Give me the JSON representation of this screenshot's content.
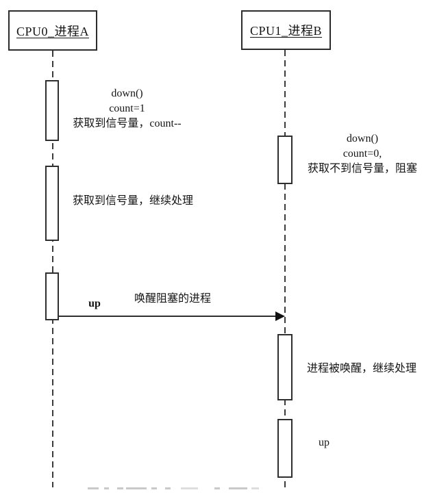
{
  "diagram": {
    "type": "sequence-diagram",
    "actors": {
      "left": {
        "label": "CPU0_进程A"
      },
      "right": {
        "label": "CPU1_进程B"
      }
    },
    "notes": {
      "cpu0_down": {
        "line1": "down()",
        "line2": "count=1",
        "line3": "获取到信号量，count--"
      },
      "cpu0_continue": {
        "line1": "获取到信号量，继续处理"
      },
      "cpu1_down": {
        "line1": "down()",
        "line2": "count=0,",
        "line3": "获取不到信号量，阻塞"
      },
      "cpu1_wakeup": {
        "line1": "进程被唤醒，继续处理"
      },
      "cpu1_up": {
        "line1": "up"
      }
    },
    "message": {
      "name": "up",
      "description": "唤醒阻塞的进程"
    },
    "colors": {
      "line": "#2e2e2e",
      "text": "#141414",
      "background": "#ffffff"
    }
  }
}
